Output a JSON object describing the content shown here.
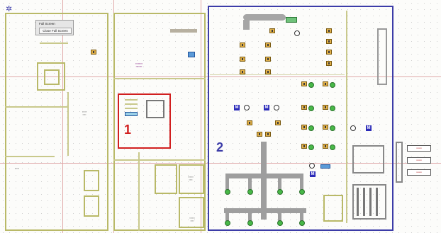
{
  "fullscreen_panel": {
    "title": "Full Screen",
    "close_button": "Close Full Screen"
  },
  "selections": {
    "zone1_label": "1",
    "zone2_label": "2"
  },
  "colors": {
    "zone1": "#d11f1f",
    "zone2": "#3c3ca8",
    "walls": "#b9b968",
    "gridlines": "#e0a9a9",
    "workstation": "#e0b04a",
    "status_green": "#48b848",
    "marker_blue": "#2a2ab8"
  },
  "icons": {
    "compass": "compass-icon",
    "workstation": "desk-icon",
    "status": "status-dot-icon",
    "marker": "m-marker-icon",
    "restroom": "restroom-icon"
  },
  "marker_text": "M"
}
